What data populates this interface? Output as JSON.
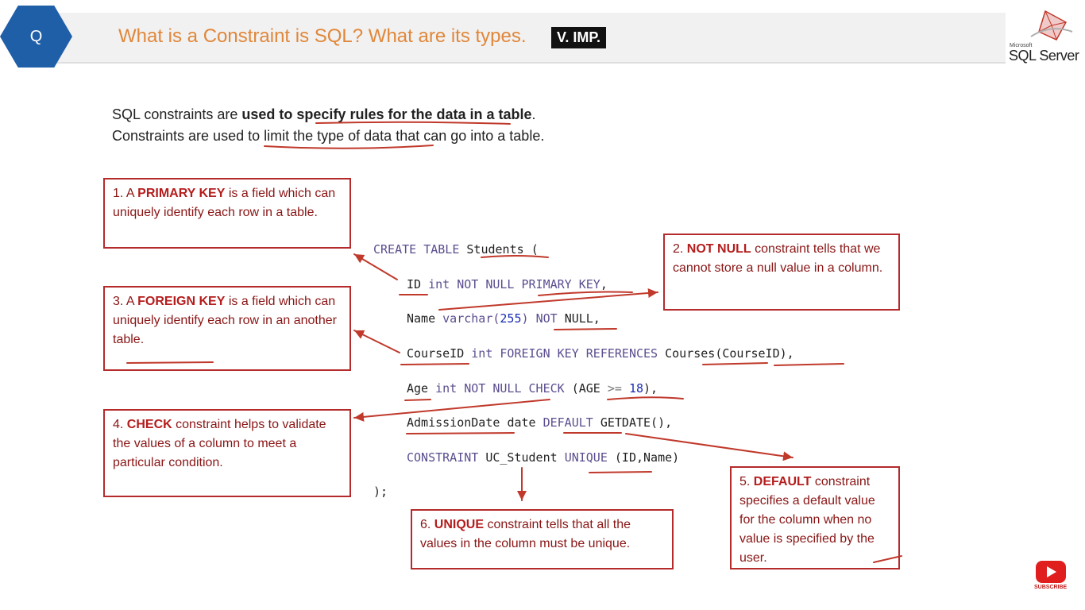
{
  "header": {
    "badge": "Q",
    "title": "What is a Constraint is SQL? What are its types.",
    "tag": "V. IMP.",
    "logo_small": "Microsoft",
    "logo_name": "SQL Server"
  },
  "intro": {
    "line1_a": "SQL constraints are ",
    "line1_b": "used to specify rules for the data in a table",
    "line1_c": ".",
    "line2": "Constraints are used to limit the type of data that can go into a table."
  },
  "boxes": {
    "b1": {
      "num": "1. A ",
      "key": "PRIMARY KEY",
      "rest": " is a field which can uniquely identify each row in a table."
    },
    "b2": {
      "num": "2. ",
      "key": "NOT NULL",
      "rest": " constraint tells that we cannot store a null value in a column."
    },
    "b3": {
      "num": "3. A ",
      "key": "FOREIGN KEY",
      "rest": " is a field which can uniquely identify each row in an another table."
    },
    "b4": {
      "num": "4. ",
      "key": "CHECK",
      "rest": " constraint helps to validate the values of a column to meet a particular condition."
    },
    "b5": {
      "num": "5. ",
      "key": "DEFAULT",
      "rest": " constraint specifies a default value for the column when no value is specified by the user."
    },
    "b6": {
      "num": "6. ",
      "key": "UNIQUE",
      "rest": " constraint tells that all the values in the column must be unique."
    }
  },
  "code": {
    "l1_kw": "CREATE TABLE",
    "l1_name": "Students",
    "l1_paren": "(",
    "l2_col": "ID",
    "l2_type": "int",
    "l2_nn": "NOT NULL",
    "l2_pk": "PRIMARY KEY",
    "l2_end": ",",
    "l3_col": "Name",
    "l3_type": "varchar(",
    "l3_num": "255",
    "l3_close": ")",
    "l3_not": "NOT",
    "l3_null": "NULL,",
    "l4_col": "CourseID",
    "l4_type": "int",
    "l4_fk": "FOREIGN KEY REFERENCES",
    "l4_ref": "Courses(CourseID),",
    "l5_col": "Age",
    "l5_type": "int",
    "l5_nn": "NOT NULL",
    "l5_chk": "CHECK",
    "l5_a": "(AGE",
    "l5_op": ">=",
    "l5_num": "18",
    "l5_end": "),",
    "l6_col": "AdmissionDate",
    "l6_type": "date",
    "l6_def": "DEFAULT",
    "l6_fn": "GETDATE(),",
    "l7_kw": "CONSTRAINT",
    "l7_name": "UC_Student",
    "l7_uq": "UNIQUE",
    "l7_cols": "(ID,Name)",
    "l8": ");"
  },
  "youtube": {
    "label": "SUBSCRIBE",
    "icon": "youtube-play-icon"
  },
  "colors": {
    "accent_red": "#b52a2a",
    "title_orange": "#e0873a",
    "badge_blue": "#1f5fa8",
    "keyword_purple": "#5b4d8f"
  }
}
